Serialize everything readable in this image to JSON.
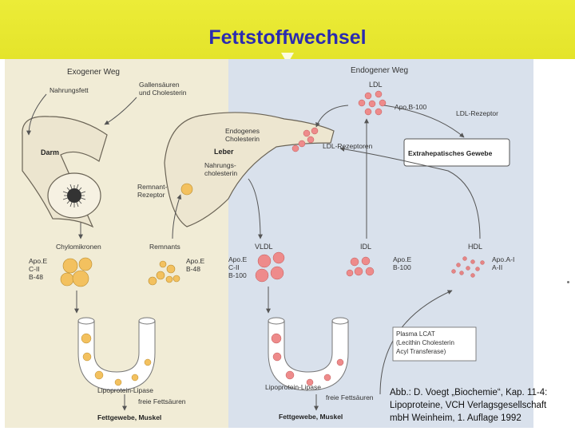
{
  "slide": {
    "title": "Fettstoffwechsel",
    "caption": [
      "Abb.: D. Voegt „Biochemie“, Kap. 11-4:",
      "Lipoproteine, VCH Verlagsgesellschaft",
      "mbH Weinheim, 1. Auflage 1992"
    ]
  },
  "diagram": {
    "exogenous_title": "Exogener Weg",
    "endogenous_title": "Endogener Weg",
    "labels": {
      "dietary_fat": "Nahrungsfett",
      "bile_acids_1": "Gallensäuren",
      "bile_acids_2": "und Cholesterin",
      "intestine": "Darm",
      "endogenous_chol_1": "Endogenes",
      "endogenous_chol_2": "Cholesterin",
      "liver": "Leber",
      "dietary_chol_1": "Nahrungs-",
      "dietary_chol_2": "cholesterin",
      "remnant_receptor_1": "Remnant-",
      "remnant_receptor_2": "Rezeptor",
      "ldl": "LDL",
      "apo_b100": "Apo.B-100",
      "ldl_receptor": "LDL-Rezeptor",
      "ldl_receptors": "LDL-Rezeptoren",
      "extrahepatic": "Extrahepatisches Gewebe",
      "chylomicrons": "Chylomikronen",
      "remnants": "Remnants",
      "chylo_apo_1": "Apo.E",
      "chylo_apo_2": "C-II",
      "chylo_apo_3": "B-48",
      "remnant_apo_1": "Apo.E",
      "remnant_apo_2": "B-48",
      "vldl": "VLDL",
      "idl": "IDL",
      "hdl": "HDL",
      "vldl_apo_1": "Apo.E",
      "vldl_apo_2": "C-II",
      "vldl_apo_3": "B-100",
      "idl_apo_1": "Apo.E",
      "idl_apo_2": "B-100",
      "hdl_apo_1": "Apo.A-I",
      "hdl_apo_2": "A-II",
      "lcat_1": "Plasma LCAT",
      "lcat_2": "(Lecithin Cholesterin",
      "lcat_3": "Acyl Transferase)",
      "lipase_left": "Lipoprotein-Lipase",
      "ffa_left": "freie Fettsäuren",
      "tissue_left": "Fettgewebe, Muskel",
      "lipase_right": "Lipoprotein-Lipase",
      "ffa_right": "freie Fettsäuren",
      "tissue_right": "Fettgewebe, Muskel"
    },
    "colors": {
      "left_panel": "#f1ecd6",
      "right_panel": "#d9e1ec",
      "chylo_yellow": "#f3c15f",
      "vldl_red": "#ee8b8b",
      "hdl_red": "#e58585",
      "title_bar": "#e8e832",
      "title_text": "#2b2bb0"
    }
  }
}
